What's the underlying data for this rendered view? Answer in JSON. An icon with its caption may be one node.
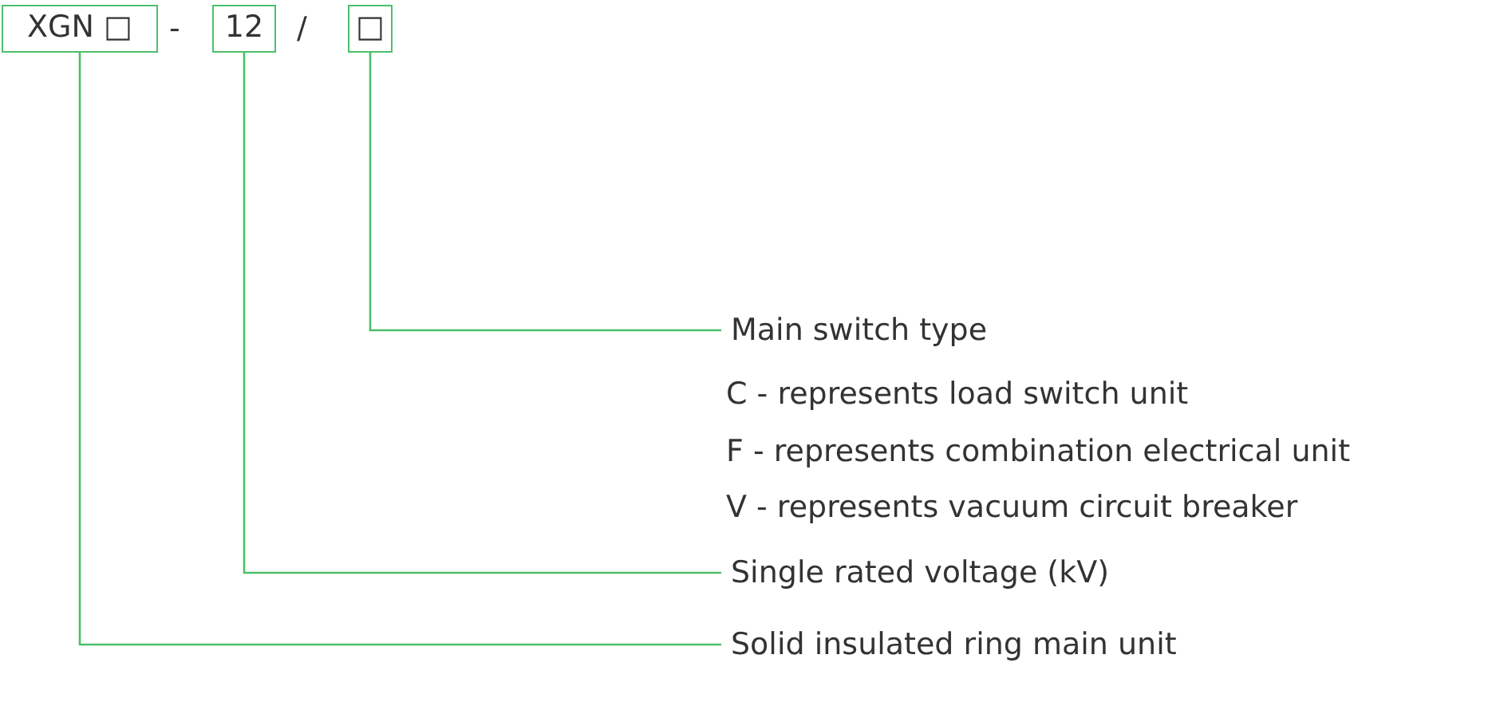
{
  "diagram": {
    "nodes": [
      {
        "text": [
          "XGN □"
        ]
      },
      {
        "text": [
          "12"
        ]
      },
      {
        "text": [
          "□"
        ]
      },
      {
        "text": [
          "Main switch type"
        ]
      },
      {
        "text": [
          "Single rated voltage (kV)"
        ]
      },
      {
        "text": [
          "Solid insulated ring main unit"
        ]
      }
    ],
    "edges": [
      {
        "from": 2,
        "to": 3,
        "arrow": "none"
      },
      {
        "from": 1,
        "to": 4,
        "arrow": "none"
      },
      {
        "from": 0,
        "to": 5,
        "arrow": "none"
      }
    ],
    "labels": [
      "-",
      "/",
      "C - represents load switch unit",
      "F - represents combination electrical unit",
      "V - represents vacuum circuit breaker"
    ]
  }
}
